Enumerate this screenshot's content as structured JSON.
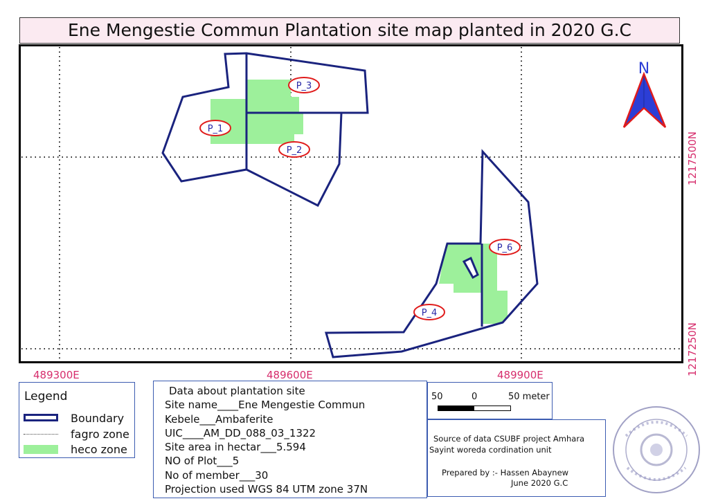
{
  "title": "Ene Mengestie Commun Plantation site map planted in 2020 G.C",
  "colors": {
    "boundary": "#1a237e",
    "heco_zone": "#9df09b",
    "label_ring": "#e01b1b",
    "label_text": "#2a2aa8",
    "coord_text": "#d62d6c",
    "north_fill": "#2c3ed6",
    "north_outline": "#e01b1b"
  },
  "north_arrow": {
    "label": "N"
  },
  "grid": {
    "easting_labels": [
      "489300E",
      "489600E",
      "489900E"
    ],
    "northing_labels": [
      "1217500N",
      "1217250N"
    ]
  },
  "plots": [
    {
      "id": "p1",
      "label": "P_1"
    },
    {
      "id": "p2",
      "label": "P_2"
    },
    {
      "id": "p3",
      "label": "P_3"
    },
    {
      "id": "p4",
      "label": "P_4"
    },
    {
      "id": "p6",
      "label": "P_6"
    }
  ],
  "legend": {
    "title": "Legend",
    "items": [
      {
        "label": "Boundary",
        "icon": "boundary-line-symbol"
      },
      {
        "label": "fagro zone",
        "icon": "dotted-line-symbol"
      },
      {
        "label": "heco zone",
        "icon": "green-fill-symbol"
      }
    ]
  },
  "info": {
    "heading": "Data about plantation site",
    "site_name": "Site name____Ene Mengestie Commun",
    "kebele": "Kebele___Ambaferite",
    "uic": "UIC____AM_DD_088_03_1322",
    "site_area": "Site area in hectar___5.594",
    "no_of_plot": "NO of Plot___5",
    "no_of_member": "No of member___30",
    "projection": "Projection used     WGS 84 UTM zone 37N"
  },
  "scale_bar": {
    "left": "50",
    "mid": "0",
    "right": "50 meter"
  },
  "source": {
    "line1": "Source of data CSUBF project Amhara",
    "line2": "Sayint woreda cordination unit",
    "prepared_by": "Prepared by :- Hassen Abaynew",
    "date": "June 2020 G.C"
  }
}
